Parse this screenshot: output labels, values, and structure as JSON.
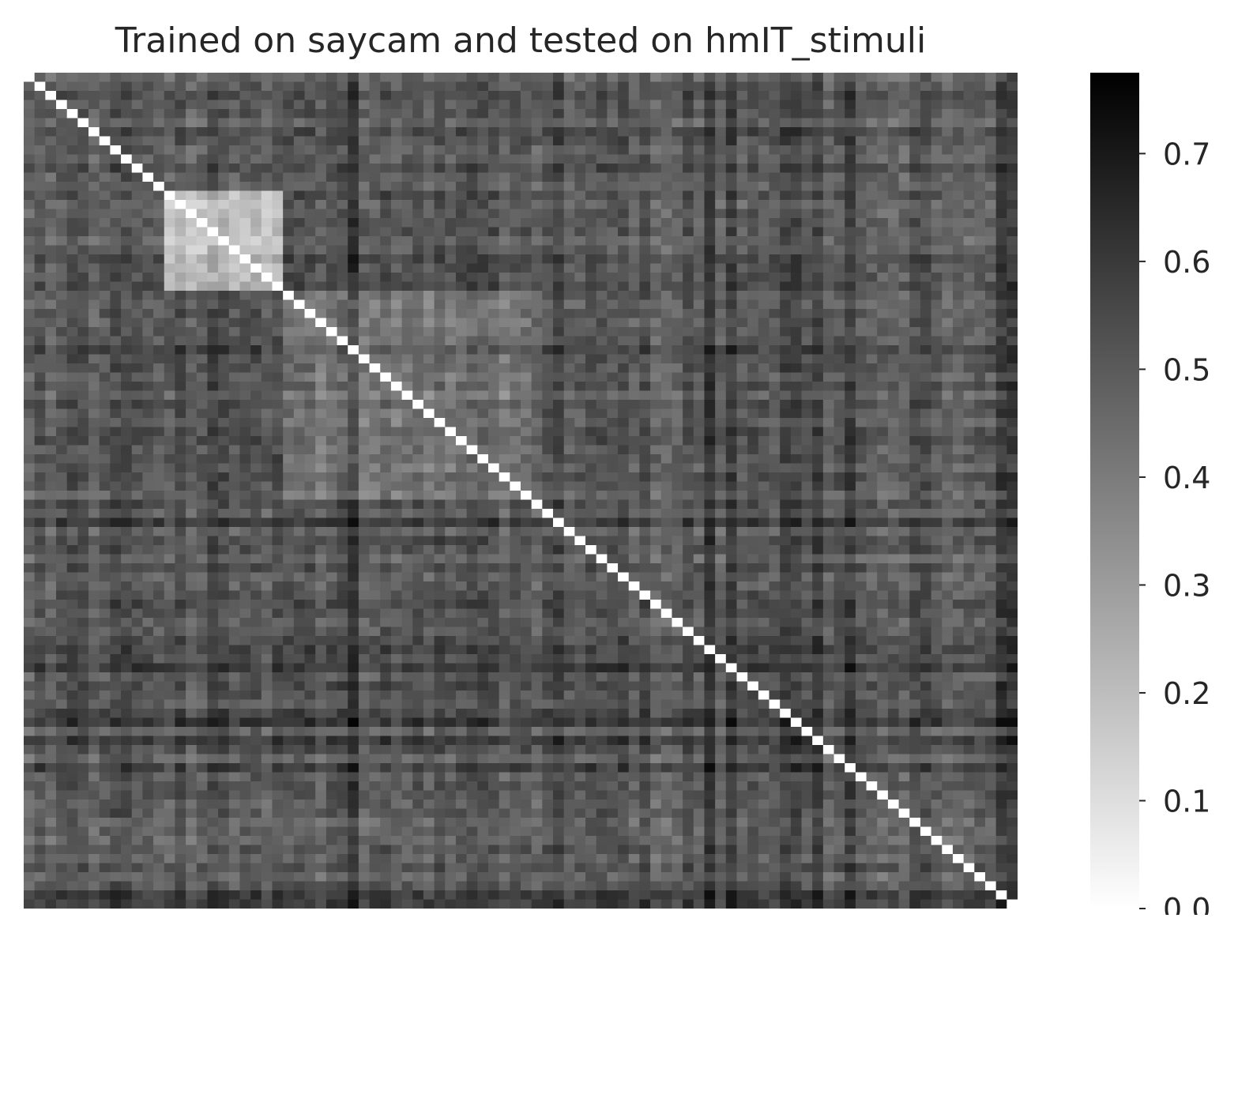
{
  "chart_data": {
    "type": "heatmap",
    "title": "Trained on saycam and tested on hmIT_stimuli",
    "xlabel": "",
    "ylabel": "",
    "matrix_size": 92,
    "colormap": "gray_r",
    "colormap_low_color": "#ffffff",
    "colormap_high_color": "#000000",
    "vmin": 0.0,
    "vmax": 0.775,
    "diagonal_value": 0.0,
    "typical_value_range": [
      0.35,
      0.65
    ],
    "blocks": [
      {
        "range": [
          13,
          23
        ],
        "within_value": 0.2,
        "description": "light block"
      },
      {
        "range": [
          24,
          46
        ],
        "within_value": 0.42
      },
      {
        "range": [
          24,
          46
        ],
        "with_block": [
          13,
          23
        ],
        "value": 0.52
      }
    ],
    "dark_rows": [
      30,
      49,
      63,
      65,
      70,
      71,
      73,
      76,
      90
    ],
    "colorbar": {
      "ticks": [
        0.0,
        0.1,
        0.2,
        0.3,
        0.4,
        0.5,
        0.6,
        0.7
      ],
      "tick_labels": [
        "0.0",
        "0.1",
        "0.2",
        "0.3",
        "0.4",
        "0.5",
        "0.6",
        "0.7"
      ]
    }
  }
}
